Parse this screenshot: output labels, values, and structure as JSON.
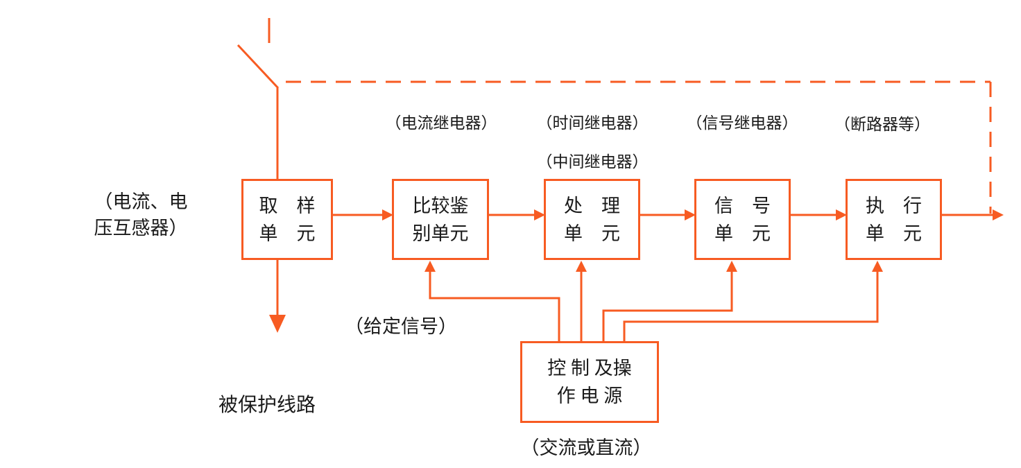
{
  "colors": {
    "accent": "#F75B22",
    "text": "#1A1A1A",
    "background": "#FFFFFF"
  },
  "diagram": {
    "title_implicit": "继电保护装置原理框图",
    "boxes": [
      {
        "id": "sampling-unit",
        "line1": "取　样",
        "line2": "单　元"
      },
      {
        "id": "comparison-unit",
        "line1": "比较鉴",
        "line2": "别单元"
      },
      {
        "id": "processing-unit",
        "line1": "处　理",
        "line2": "单　元"
      },
      {
        "id": "signal-unit",
        "line1": "信　号",
        "line2": "单　元"
      },
      {
        "id": "execution-unit",
        "line1": "执　行",
        "line2": "单　元"
      },
      {
        "id": "power-unit",
        "line1": "控 制 及操",
        "line2": "作 电 源"
      }
    ],
    "labels": {
      "transformer_line1": "（电流、电",
      "transformer_line2": "压互感器）",
      "current_relay": "（电流继电器）",
      "time_relay": "（时间继电器）",
      "intermediate_relay": "（中间继电器）",
      "signal_relay": "（信号继电器）",
      "breaker": "（断路器等）",
      "given_signal": "（给定信号）",
      "protected_line": "被保护线路",
      "ac_or_dc": "（交流或直流）"
    }
  }
}
